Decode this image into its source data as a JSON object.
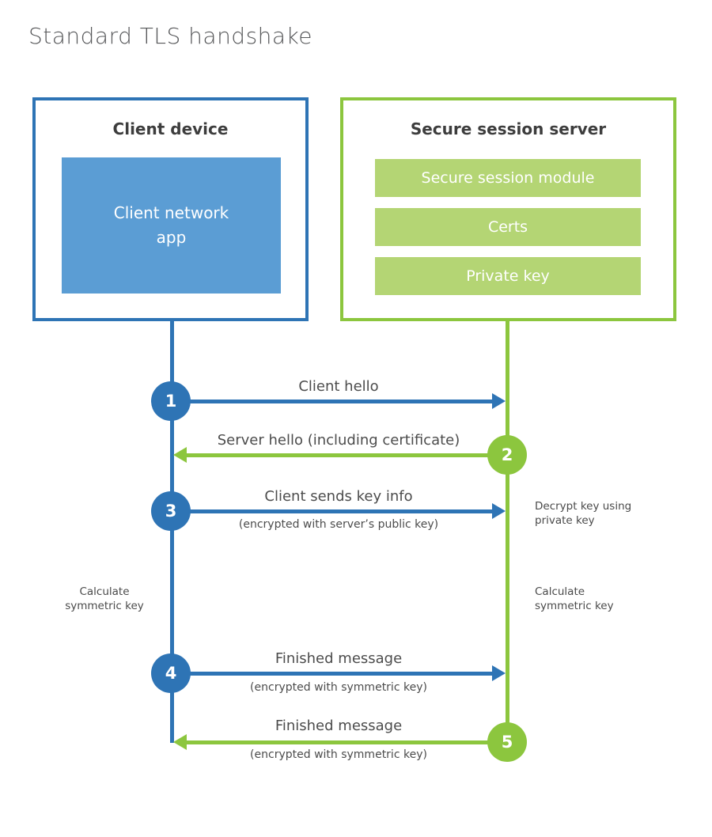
{
  "title": "Standard TLS handshake",
  "colors": {
    "client_blue": "#2e74b5",
    "client_blue_fill": "#5b9dd4",
    "server_green": "#8cc63e",
    "server_green_fill": "#b4d574",
    "heading_text": "#3d3d3d",
    "label_text": "#4c4c4c"
  },
  "client_box": {
    "title": "Client device",
    "app": "Client network\napp"
  },
  "server_box": {
    "title": "Secure session server",
    "modules": [
      "Secure session module",
      "Certs",
      "Private key"
    ]
  },
  "steps": [
    {
      "num": "1",
      "direction": "client-to-server",
      "label": "Client hello",
      "sublabel": ""
    },
    {
      "num": "2",
      "direction": "server-to-client",
      "label": "Server hello (including certificate)",
      "sublabel": ""
    },
    {
      "num": "3",
      "direction": "client-to-server",
      "label": "Client sends key info",
      "sublabel": "(encrypted with server’s public key)"
    },
    {
      "num": "4",
      "direction": "client-to-server",
      "label": "Finished message",
      "sublabel": "(encrypted with symmetric key)"
    },
    {
      "num": "5",
      "direction": "server-to-client",
      "label": "Finished message",
      "sublabel": "(encrypted with symmetric key)"
    }
  ],
  "side_notes": {
    "decrypt": "Decrypt key using\nprivate key",
    "calculate_left": "Calculate\nsymmetric key",
    "calculate_right": "Calculate\nsymmetric key"
  }
}
